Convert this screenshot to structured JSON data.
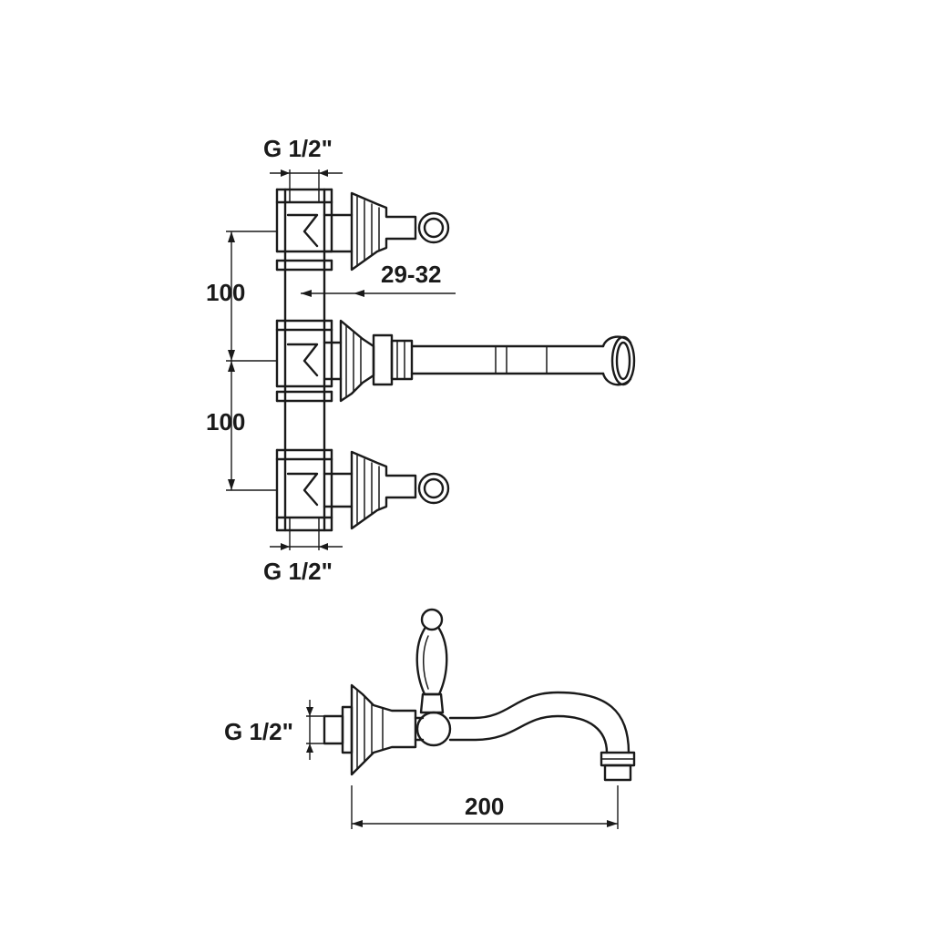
{
  "labels": {
    "thread_top": "G 1/2\"",
    "thread_bottom": "G 1/2\"",
    "thread_side": "G 1/2\"",
    "spacing_upper": "100",
    "spacing_lower": "100",
    "wall_depth": "29-32",
    "spout_length": "200"
  },
  "colors": {
    "line": "#1a1a1a",
    "background": "#ffffff"
  }
}
